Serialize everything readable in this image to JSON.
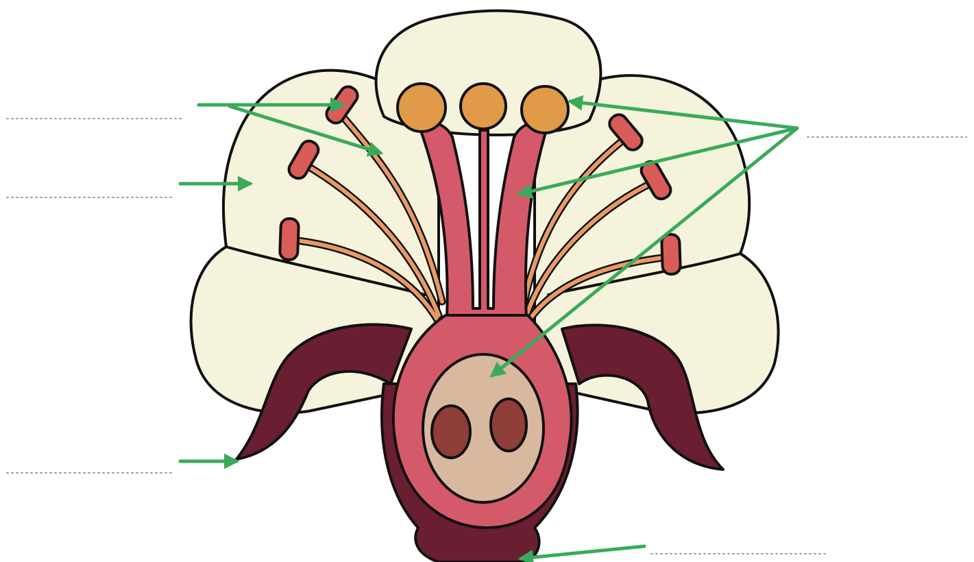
{
  "diagram": {
    "parts": [
      "petal-back",
      "petal-left",
      "petal-right",
      "sepal-left",
      "sepal-right",
      "receptacle",
      "ovary-wall",
      "ovary",
      "ovule-left",
      "ovule-right",
      "stigma-left",
      "stigma-middle",
      "stigma-right",
      "anther-1",
      "anther-2",
      "anther-3",
      "anther-4",
      "anther-5",
      "anther-6"
    ],
    "label_blanks": [
      "label-blank-stamen",
      "label-blank-petal",
      "label-blank-sepal",
      "label-blank-receptacle",
      "label-blank-carpel"
    ]
  },
  "colors": {
    "petal": "#f5f3dc",
    "sepal": "#6a1e31",
    "carpel": "#d45a6a",
    "ovary": "#d9b8a0",
    "ovule": "#8f3e3a",
    "stigma": "#e09a48",
    "anther": "#d95c58",
    "filament": "#e89a66",
    "arrow": "#3aaa5a",
    "outline": "#111111",
    "blank_line": "#9a9a9a"
  }
}
